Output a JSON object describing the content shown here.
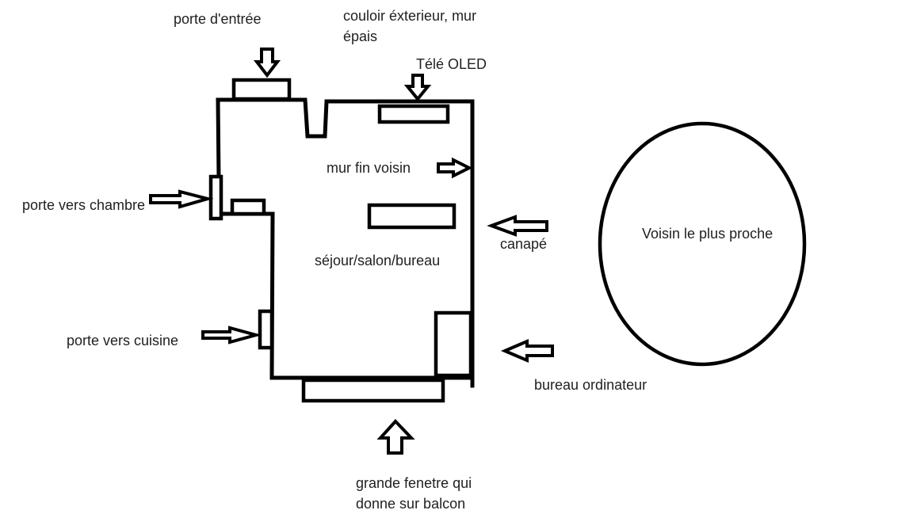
{
  "labels": {
    "front_door": "porte d'entrée",
    "outer_corridor": "couloir éxterieur, mur épais",
    "oled_tv": "Télé OLED",
    "thin_wall_neighbor": "mur fin voisin",
    "bedroom_door": "porte vers chambre",
    "living_room": "séjour/salon/bureau",
    "sofa": "canapé",
    "kitchen_door": "porte vers cuisine",
    "computer_desk": "bureau ordinateur",
    "big_window": "grande fenetre qui donne sur balcon",
    "nearest_neighbor": "Voisin le plus proche"
  },
  "colors": {
    "stroke": "#000000",
    "text": "#1f1f1f",
    "background": "#ffffff"
  }
}
